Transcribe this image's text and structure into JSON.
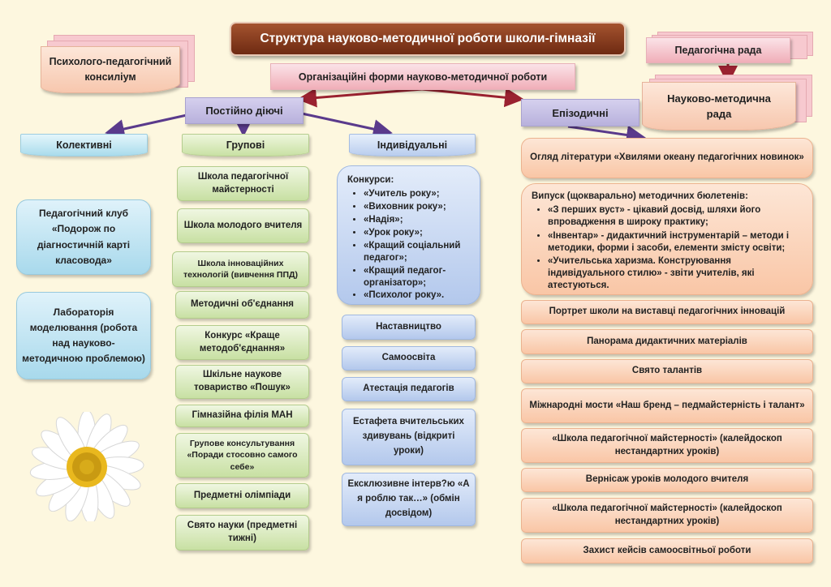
{
  "title": "Структура науково-методичної роботи школи-гімназії",
  "psych_council": "Психолого-педагогічний консиліум",
  "ped_council": "Педагогічна рада",
  "sci_council": "Науково-методична рада",
  "org_forms": "Організаційні форми науково-методичної роботи",
  "permanent": "Постійно діючі",
  "episodic": "Епізодичні",
  "categories": {
    "collective": "Колективні",
    "group": "Групові",
    "individual": "Індивідуальні"
  },
  "collective_items": [
    "Педагогічний клуб «Подорож по діагностичній карті класовода»",
    "Лабораторія моделювання (робота над науково-методичною проблемою)"
  ],
  "group_items": [
    "Школа педагогічної майстерності",
    "Школа молодого вчителя",
    "Школа інноваційних технологій (вивчення ППД)",
    "Методичні об'єднання",
    "Конкурс «Краще методоб'єднання»",
    "Шкільне наукове товариство «Пошук»",
    "Гімназійна філія МАН",
    "Групове консультування «Поради стосовно самого себе»",
    "Предметні олімпіади",
    "Свято науки (предметні тижні)"
  ],
  "contests": {
    "heading": "Конкурси:",
    "items": [
      "«Учитель року»;",
      "«Виховник року»;",
      "«Надія»;",
      "«Урок року»;",
      "«Кращий соціальний педагог»;",
      "«Кращий педагог-організатор»;",
      "«Психолог року»."
    ]
  },
  "individual_items": [
    "Наставництво",
    "Самоосвіта",
    "Атестація педагогів",
    "Естафета вчительських здивувань (відкриті уроки)",
    "Ексклюзивне інтерв?ю «А я роблю так…» (обмін досвідом)"
  ],
  "episodic_first": "Огляд літератури «Хвилями океану педагогічних новинок»",
  "bulletins": {
    "heading": "Випуск (щокварально) методичних бюлетенів:",
    "items": [
      "«З перших вуст» - цікавий досвід, шляхи його впровадження в широку практику;",
      "«Інвентар» - дидактичний інструментарій – методи і методики, форми і засоби, елементи змісту освіти;",
      "«Учительська харизма. Конструювання індивідуального стилю» - звіти учителів, які атестуються."
    ]
  },
  "episodic_items": [
    "Портрет школи на виставці педагогічних інновацій",
    "Панорама дидактичних матеріалів",
    "Свято талантів",
    "Міжнародні мости «Наш бренд – педмайстерність і талант»",
    "«Школа педагогічної майстерності» (калейдоскоп нестандартних уроків)",
    "Вернісаж уроків молодого вчителя",
    "«Школа педагогічної майстерності» (калейдоскоп нестандартних уроків)",
    "Захист кейсів самоосвітньої роботи"
  ]
}
